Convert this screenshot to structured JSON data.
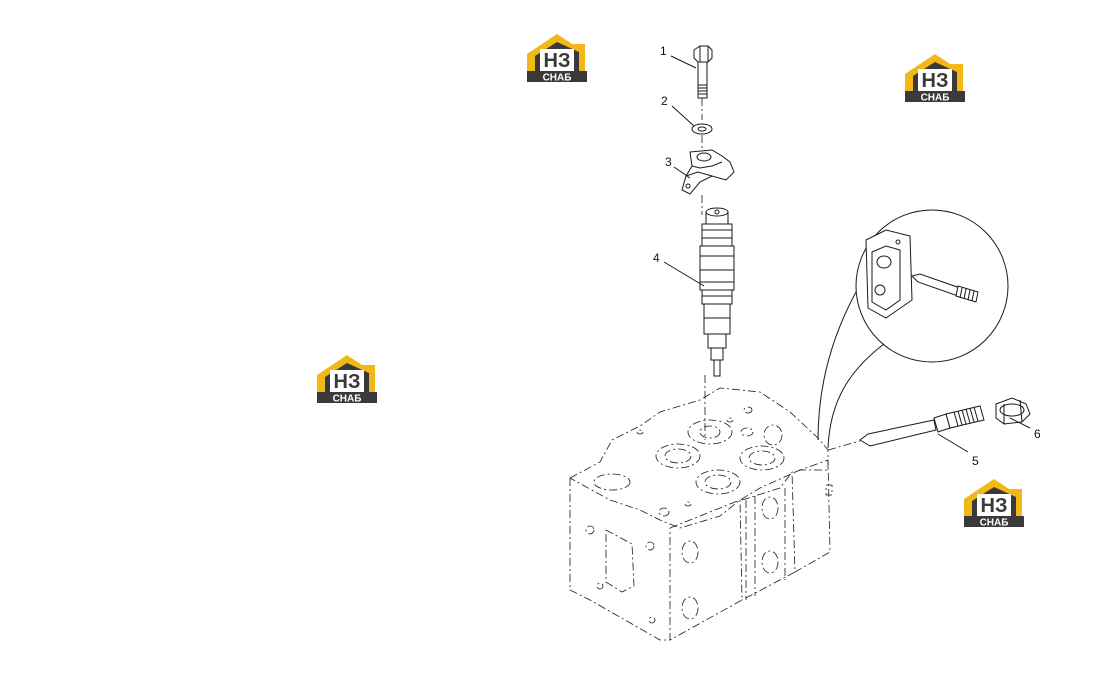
{
  "logo": {
    "mark": "НЗ",
    "caption": "СНАБ",
    "colors": {
      "roof": "#f2b817",
      "body": "#3a3a3a",
      "text": "#ffffff"
    }
  },
  "callouts": [
    {
      "id": "1",
      "text": "1"
    },
    {
      "id": "2",
      "text": "2"
    },
    {
      "id": "3",
      "text": "3"
    },
    {
      "id": "4",
      "text": "4"
    },
    {
      "id": "5",
      "text": "5"
    },
    {
      "id": "6",
      "text": "6"
    }
  ],
  "colors": {
    "line": "#1a1a1a",
    "background": "#ffffff"
  }
}
